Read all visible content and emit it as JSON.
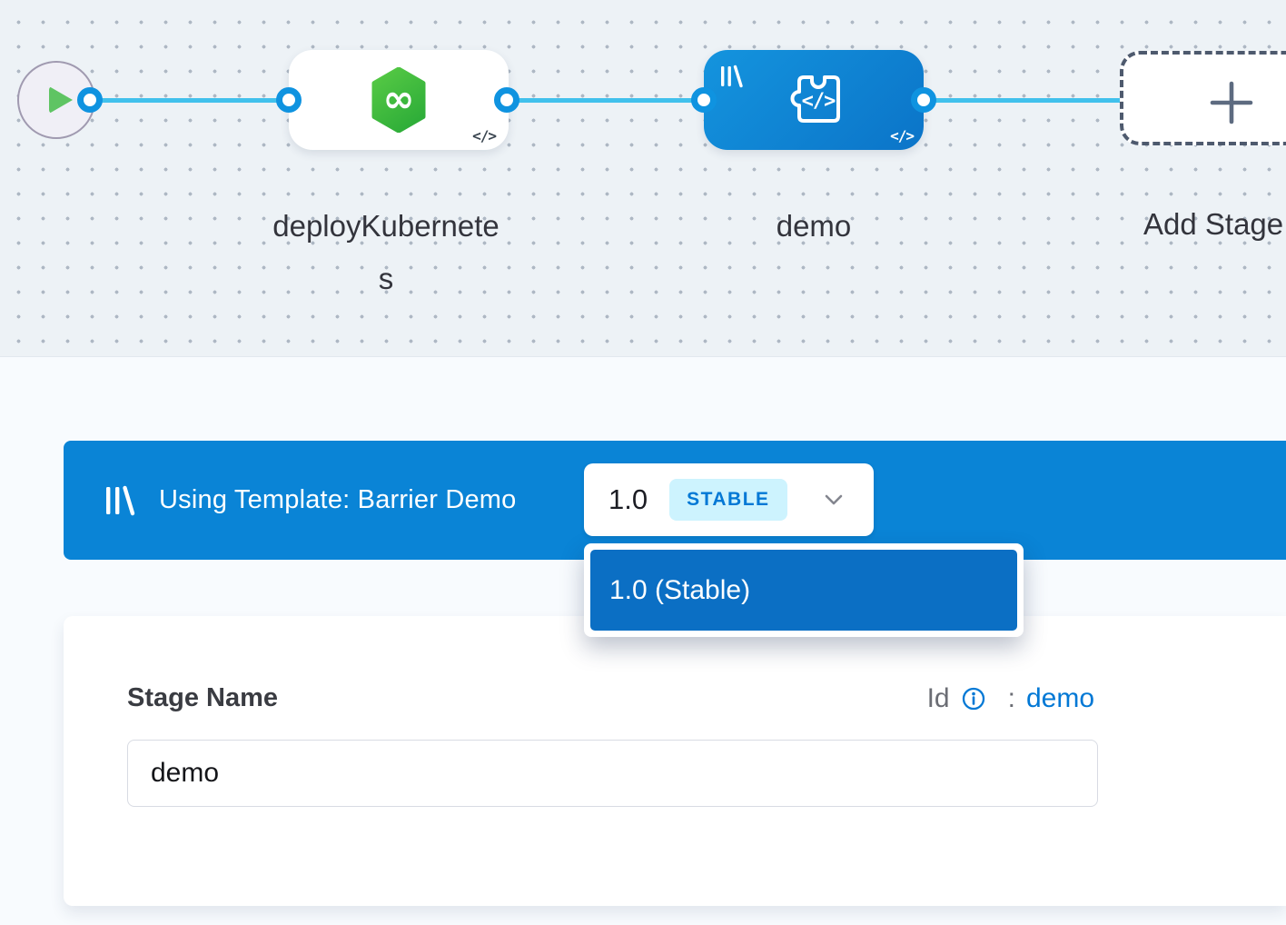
{
  "canvas": {
    "nodes": {
      "deploy": {
        "label": "deployKubernetes"
      },
      "demo": {
        "label": "demo"
      },
      "add": {
        "label": "Add Stage"
      }
    },
    "code_badge": "</>"
  },
  "banner": {
    "text": "Using Template: Barrier Demo",
    "version": "1.0",
    "badge": "STABLE"
  },
  "version_menu": {
    "item": "1.0 (Stable)"
  },
  "form": {
    "stage_name_label": "Stage Name",
    "id_label": "Id",
    "colon": ":",
    "id_value": "demo",
    "stage_name_value": "demo"
  },
  "colors": {
    "banner_blue": "#0a84d6",
    "selected_menu_blue": "#0b6fc4",
    "node_gradient_start": "#1494de",
    "node_gradient_end": "#0b74c8",
    "connector_blue": "#41c1ec",
    "port_ring_blue": "#0f93e0",
    "accent_blue": "#0278d5",
    "stable_badge_bg": "#cdf3fe",
    "cd_green_start": "#58cb45",
    "cd_green_end": "#2fae39",
    "play_green": "#5fc463"
  }
}
